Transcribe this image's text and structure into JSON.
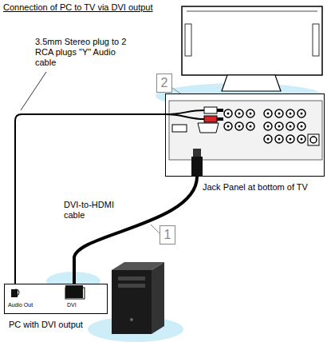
{
  "diagram": {
    "title": "Connection of PC to TV via DVI output",
    "nodes": [
      {
        "text": [
          "Jack Panel at bottom of TV"
        ]
      },
      {
        "text": [
          "Audio Out",
          "DVI",
          "PC with DVI output"
        ]
      }
    ],
    "edges": [
      {
        "from": 1,
        "to": 0,
        "arrow": "none"
      },
      {
        "from": 1,
        "to": 0,
        "arrow": "none"
      }
    ],
    "labels": [
      "3.5mm Stereo plug to 2 RCA plugs \"Y\" Audio cable",
      "2",
      "DVI-to-HDMI cable",
      "1"
    ]
  }
}
